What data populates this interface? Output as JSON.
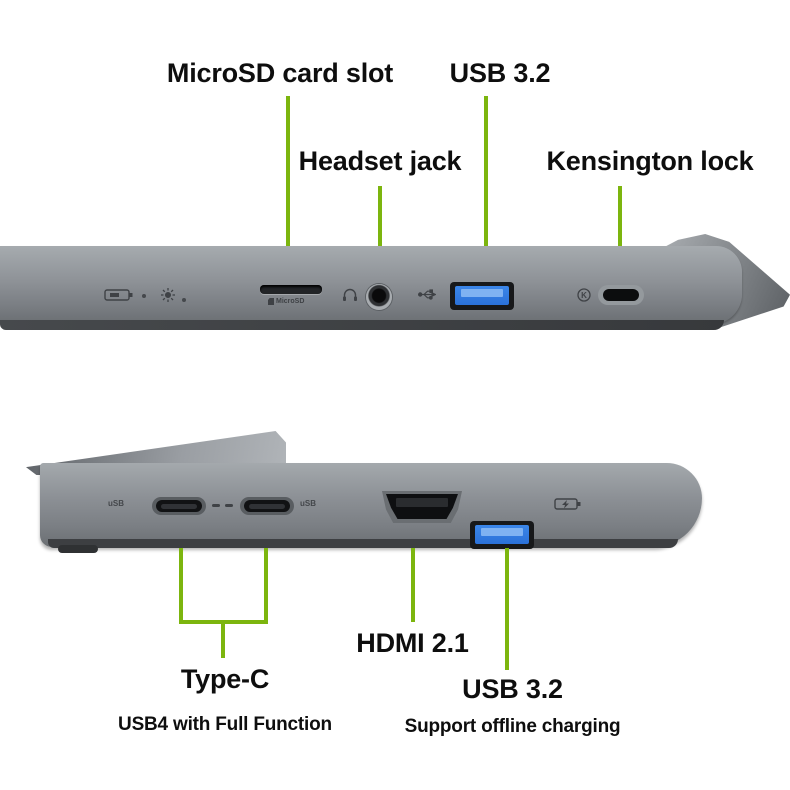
{
  "colors": {
    "accent_green": "#7CB50E",
    "usb_blue": "#2B71D9",
    "body_gray": "#8B8F94"
  },
  "top": {
    "labels": {
      "microsd": "MicroSD card slot",
      "usb": "USB 3.2",
      "headset": "Headset jack",
      "kensington": "Kensington lock"
    },
    "microsd_port_label": "MicroSD"
  },
  "bottom": {
    "labels": {
      "hdmi": "HDMI 2.1",
      "typec": "Type-C",
      "typec_sub": "USB4 with Full Function",
      "usb": "USB 3.2",
      "usb_sub": "Support offline charging"
    }
  },
  "icons": {
    "usb4_text": "uSB"
  }
}
